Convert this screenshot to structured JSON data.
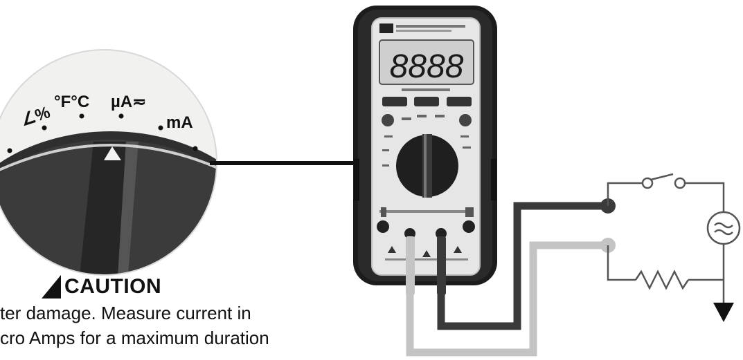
{
  "display": {
    "reading": "8888"
  },
  "dial_zoom": {
    "label_percent": "∠%",
    "label_temp": "°F°C",
    "label_uA": "µA≂",
    "label_mA": "mA"
  },
  "caution": {
    "title": "CAUTION",
    "line1": "ter damage. Measure current in",
    "line2": "cro Amps for a maximum duration"
  },
  "colors": {
    "meter_body": "#1c1c1c",
    "meter_face": "#e8e8e8",
    "dark_lead": "#3a3a3a",
    "light_lead": "#c4c4c4",
    "circuit_line": "#555555"
  },
  "icons": [
    "caution-warning-icon",
    "ac-source-icon",
    "ground-icon",
    "resistor-icon",
    "switch-icon"
  ]
}
